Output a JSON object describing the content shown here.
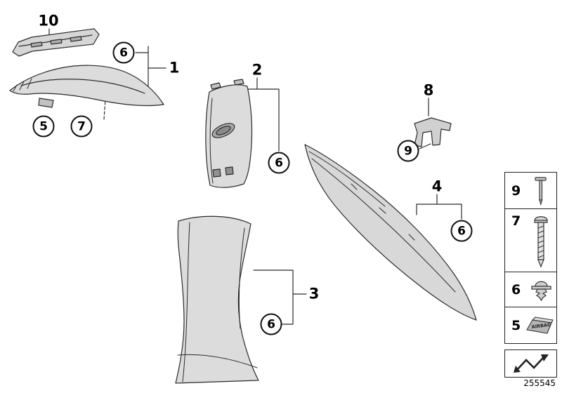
{
  "diagram_id": "255545",
  "labels": {
    "p1": "1",
    "p2": "2",
    "p3": "3",
    "p4": "4",
    "p5": "5",
    "p6": "6",
    "p7": "7",
    "p8": "8",
    "p9": "9",
    "p10": "10"
  },
  "parts": {
    "part1": "a-pillar-trim",
    "part2": "b-pillar-upper-trim",
    "part3": "b-pillar-lower-trim",
    "part4": "c-pillar-trim",
    "part8": "bracket-clip",
    "part10": "mounting-rail"
  },
  "legend": {
    "items": [
      {
        "num": "9",
        "icon": "expansion-rivet-icon"
      },
      {
        "num": "7",
        "icon": "screw-icon"
      },
      {
        "num": "6",
        "icon": "grommet-clip-icon"
      },
      {
        "num": "5",
        "icon": "airbag-clip-icon",
        "label": "AIRBAG"
      }
    ],
    "footer_icon": "zigzag-arrow-icon"
  }
}
